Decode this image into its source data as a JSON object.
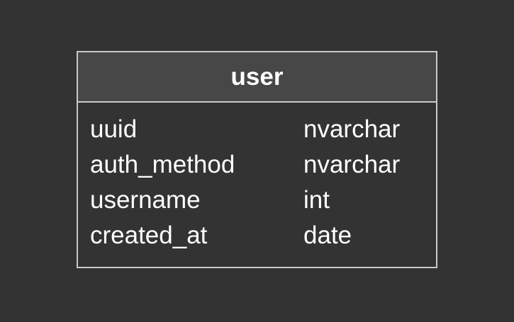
{
  "entity": {
    "title": "user",
    "attributes": [
      {
        "name": "uuid",
        "type": "nvarchar"
      },
      {
        "name": "auth_method",
        "type": "nvarchar"
      },
      {
        "name": "username",
        "type": "int"
      },
      {
        "name": "created_at",
        "type": "date"
      }
    ]
  },
  "colors": {
    "background": "#333333",
    "header": "#474747",
    "border": "#c9c9c9",
    "text": "#ffffff"
  }
}
